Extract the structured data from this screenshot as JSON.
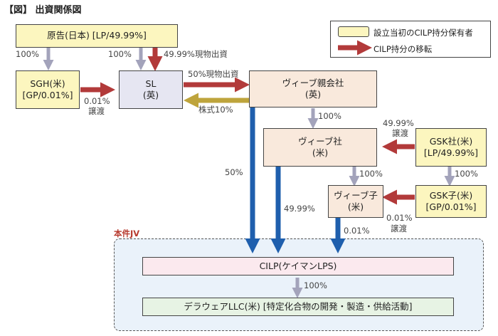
{
  "title": "【図】 出資関係図",
  "legend": {
    "holder_label": "設立当初のCILP持分保有者",
    "transfer_label": "CILP持分の移転"
  },
  "boxes": {
    "plaintiff": "原告(日本) [LP/49.99%]",
    "sgh_line1": "SGH(米)",
    "sgh_line2": "[GP/0.01%]",
    "sl_line1": "SL",
    "sl_line2": "(英)",
    "viiv_parent_line1": "ヴィーブ親会社",
    "viiv_parent_line2": "(英)",
    "viiv_line1": "ヴィーブ社",
    "viiv_line2": "(米)",
    "viiv_sub_line1": "ヴィーブ子",
    "viiv_sub_line2": "(米)",
    "gsk_line1": "GSK社(米)",
    "gsk_line2": "[LP/49.99%]",
    "gsk_sub_line1": "GSK子(米)",
    "gsk_sub_line2": "[GP/0.01%]",
    "cilp": "CILP(ケイマンLPS)",
    "delaware": "デラウェアLLC(米) [特定化合物の開発・製造・供給活動]"
  },
  "jv_label": "本件JV",
  "labels": {
    "p_to_sgh": "100%",
    "p_to_sl": "100%",
    "p_inkind": "49.99%現物出資",
    "sgh_transfer_pct": "0.01%",
    "sgh_transfer_word": "譲渡",
    "sl_inkind": "50%現物出資",
    "shares": "株式10%",
    "parent_to_viiv": "100%",
    "gsk_transfer_pct": "49.99%",
    "gsk_transfer_word": "譲渡",
    "viiv_to_sub": "100%",
    "gsk_to_sub": "100%",
    "gsksub_transfer_pct": "0.01%",
    "gsksub_transfer_word": "譲渡",
    "parent_to_cilp": "50%",
    "viiv_to_cilp": "49.99%",
    "sub_to_cilp": "0.01%",
    "cilp_to_llc": "100%"
  },
  "colors": {
    "ownership_arrow": "#a3a3bb",
    "transfer_arrow": "#b23a3a",
    "contribution_arrow": "#1f5fad",
    "shares_arrow": "#bea43c",
    "holder_fill": "#fcf6bf"
  }
}
